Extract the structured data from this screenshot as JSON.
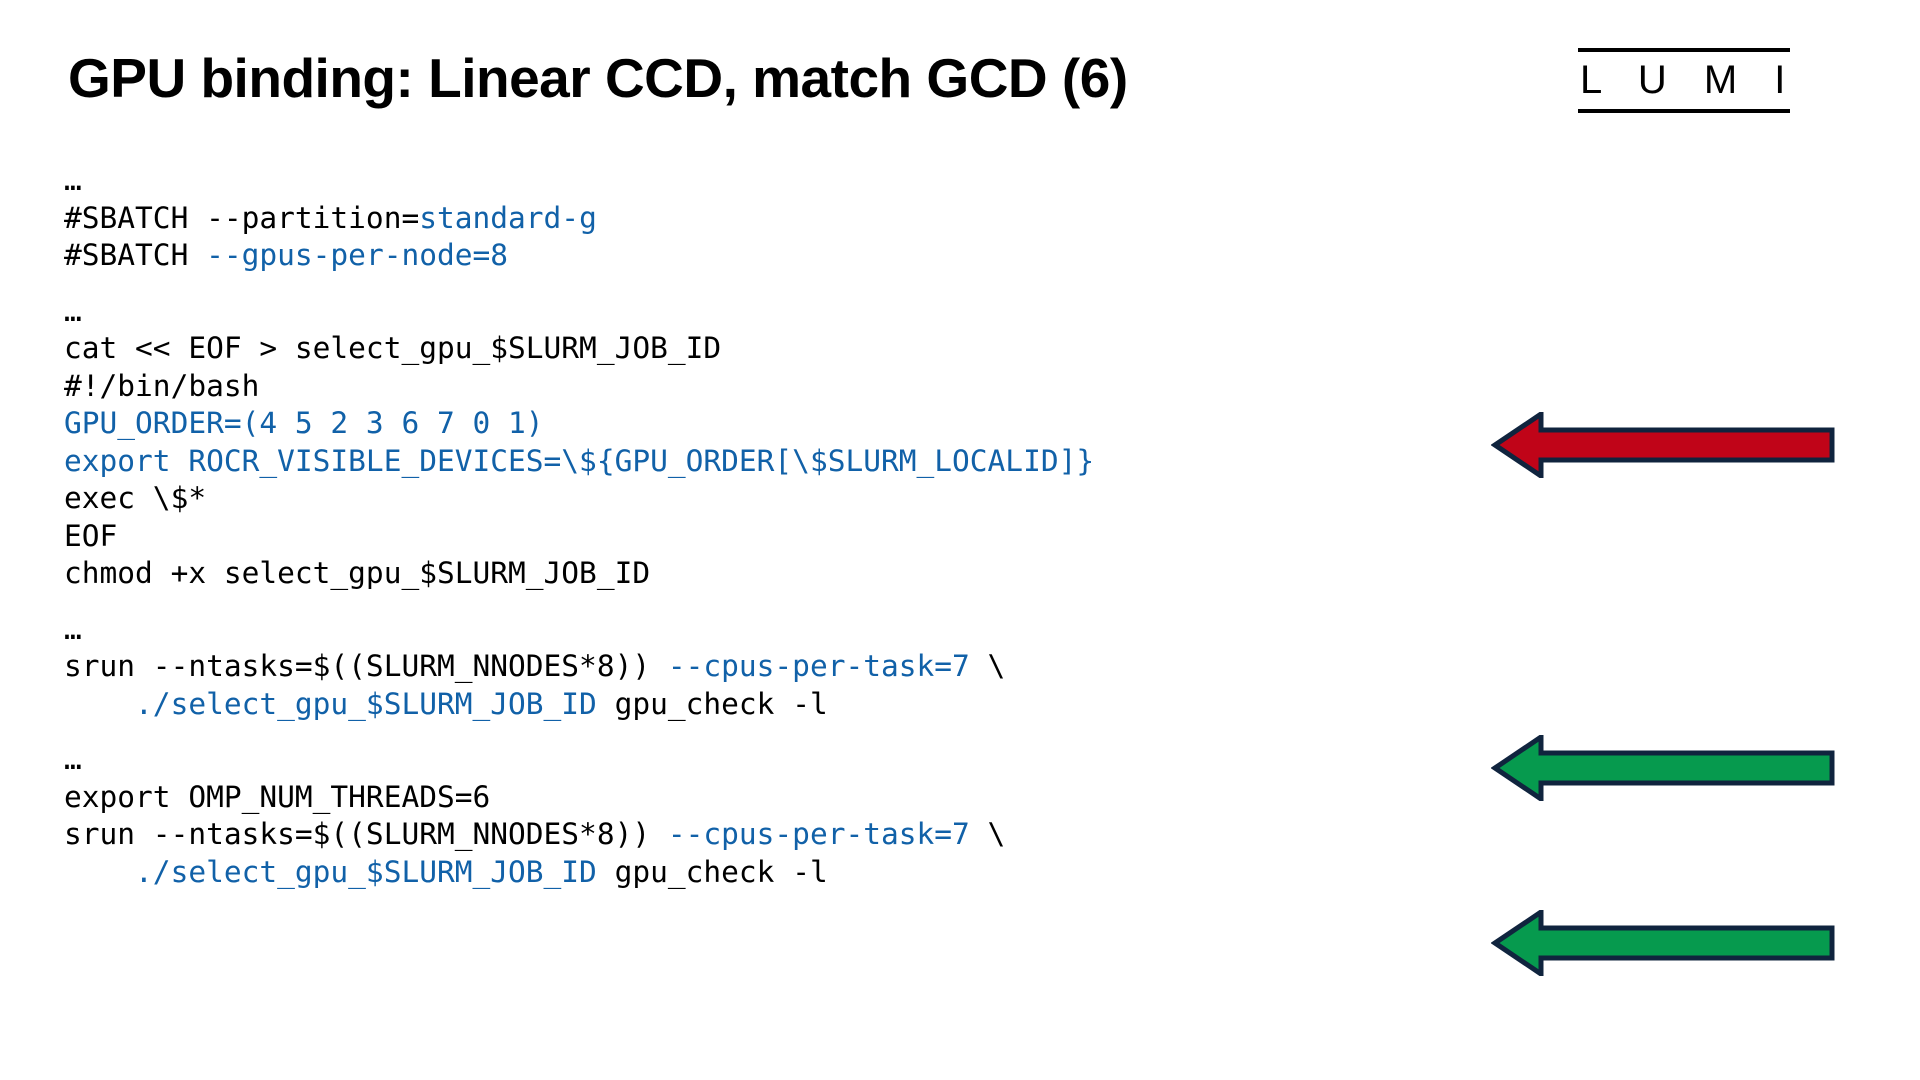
{
  "slide": {
    "title": "GPU binding: Linear CCD, match GCD (6)",
    "background_color": "#ffffff"
  },
  "logo": {
    "name": "LUMI",
    "text": "L U M I",
    "rule_color": "#000000"
  },
  "code": {
    "font": "monospace",
    "colors": {
      "default": "#000000",
      "highlight": "#1161a8"
    },
    "lines": [
      {
        "id": "l1",
        "type": "text",
        "segments": [
          {
            "text": "…",
            "color": "default"
          }
        ]
      },
      {
        "id": "l2",
        "type": "text",
        "segments": [
          {
            "text": "#SBATCH --partition=",
            "color": "default"
          },
          {
            "text": "standard-g",
            "color": "highlight"
          }
        ]
      },
      {
        "id": "l3",
        "type": "text",
        "segments": [
          {
            "text": "#SBATCH ",
            "color": "default"
          },
          {
            "text": "--gpus-per-node=8",
            "color": "highlight"
          }
        ]
      },
      {
        "id": "l4",
        "type": "spacer",
        "segments": []
      },
      {
        "id": "l5",
        "type": "text",
        "segments": [
          {
            "text": "…",
            "color": "default"
          }
        ]
      },
      {
        "id": "l6",
        "type": "text",
        "segments": [
          {
            "text": "cat << EOF > select_gpu_$SLURM_JOB_ID",
            "color": "default"
          }
        ]
      },
      {
        "id": "l7",
        "type": "text",
        "segments": [
          {
            "text": "#!/bin/bash",
            "color": "default"
          }
        ]
      },
      {
        "id": "l8",
        "type": "text",
        "segments": [
          {
            "text": "GPU_ORDER=(4 5 2 3 6 7 0 1)",
            "color": "highlight"
          }
        ]
      },
      {
        "id": "l9",
        "type": "text",
        "segments": [
          {
            "text": "export ROCR_VISIBLE_DEVICES=\\${GPU_ORDER[\\$SLURM_LOCALID]}",
            "color": "highlight"
          }
        ]
      },
      {
        "id": "l10",
        "type": "text",
        "segments": [
          {
            "text": "exec \\$*",
            "color": "default"
          }
        ]
      },
      {
        "id": "l11",
        "type": "text",
        "segments": [
          {
            "text": "EOF",
            "color": "default"
          }
        ]
      },
      {
        "id": "l12",
        "type": "text",
        "segments": [
          {
            "text": "chmod +x select_gpu_$SLURM_JOB_ID",
            "color": "default"
          }
        ]
      },
      {
        "id": "l13",
        "type": "spacer",
        "segments": []
      },
      {
        "id": "l14",
        "type": "text",
        "segments": [
          {
            "text": "…",
            "color": "default"
          }
        ]
      },
      {
        "id": "l15",
        "type": "text",
        "segments": [
          {
            "text": "srun --ntasks=$((SLURM_NNODES*8)) ",
            "color": "default"
          },
          {
            "text": "--cpus-per-task=7",
            "color": "highlight"
          },
          {
            "text": " \\",
            "color": "default"
          }
        ]
      },
      {
        "id": "l16",
        "type": "text",
        "segments": [
          {
            "text": "    ",
            "color": "default"
          },
          {
            "text": "./select_gpu_$SLURM_JOB_ID",
            "color": "highlight"
          },
          {
            "text": " gpu_check -l",
            "color": "default"
          }
        ]
      },
      {
        "id": "l17",
        "type": "spacer",
        "segments": []
      },
      {
        "id": "l18",
        "type": "text",
        "segments": [
          {
            "text": "…",
            "color": "default"
          }
        ]
      },
      {
        "id": "l19",
        "type": "text",
        "segments": [
          {
            "text": "export OMP_NUM_THREADS=6",
            "color": "default"
          }
        ]
      },
      {
        "id": "l20",
        "type": "text",
        "segments": [
          {
            "text": "srun --ntasks=$((SLURM_NNODES*8)) ",
            "color": "default"
          },
          {
            "text": "--cpus-per-task=7",
            "color": "highlight"
          },
          {
            "text": " \\",
            "color": "default"
          }
        ]
      },
      {
        "id": "l21",
        "type": "text",
        "segments": [
          {
            "text": "    ",
            "color": "default"
          },
          {
            "text": "./select_gpu_$SLURM_JOB_ID",
            "color": "highlight"
          },
          {
            "text": " gpu_check -l",
            "color": "default"
          }
        ]
      }
    ]
  },
  "annotations": {
    "arrows": [
      {
        "id": "arrow-red",
        "name": "red-left-arrow",
        "fill": "#C00418",
        "stroke": "#10243E",
        "direction": "left",
        "points_at": "GPU_ORDER=(4 5 2 3 6 7 0 1)"
      },
      {
        "id": "arrow-green-1",
        "name": "green-left-arrow",
        "fill": "#069A4E",
        "stroke": "#10243E",
        "direction": "left",
        "points_at": "srun --cpus-per-task=7"
      },
      {
        "id": "arrow-green-2",
        "name": "green-left-arrow",
        "fill": "#069A4E",
        "stroke": "#10243E",
        "direction": "left",
        "points_at": "srun --cpus-per-task=7"
      }
    ]
  }
}
